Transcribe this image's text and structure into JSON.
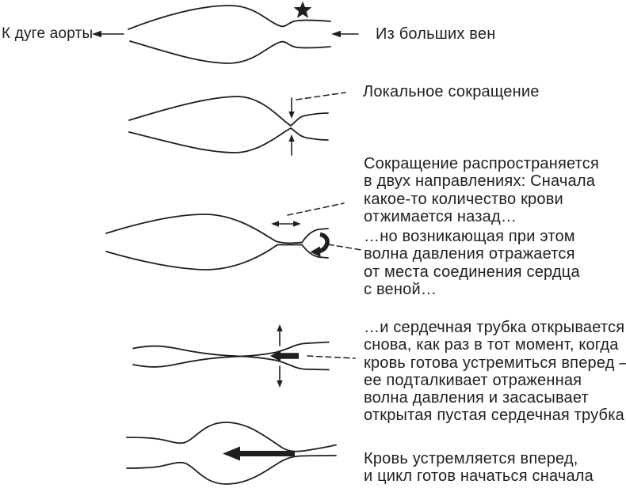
{
  "title": "Cycle of peristaltic heart-tube contraction (diagram)",
  "colors": {
    "ink": "#1f1f1f",
    "background": "#ffffff"
  },
  "stage1": {
    "left_label": "К дуге аорты",
    "right_label": "Из больших вен"
  },
  "stage2": {
    "label": "Локальное сокращение"
  },
  "stage3": {
    "label_back": "Сокращение распространяется\nв двух направлениях: Сначала\nкакое-то количество крови\nотжимается назад…",
    "label_wave": "…но возникающая при этом\nволна давления отражается\nот места соединения сердца\nс веной…"
  },
  "stage4": {
    "label": "…и сердечная трубка открывается\nснова, как раз в тот момент, когда\nкровь готова устремиться вперед —\nее подталкивает отраженная\nволна давления и засасывает\nоткрытая пустая сердечная трубка"
  },
  "stage5": {
    "label": "Кровь устремляется вперед,\nи цикл готов начаться сначала"
  },
  "icons": {
    "star": "star-marker",
    "arrows": "direction-arrows"
  }
}
